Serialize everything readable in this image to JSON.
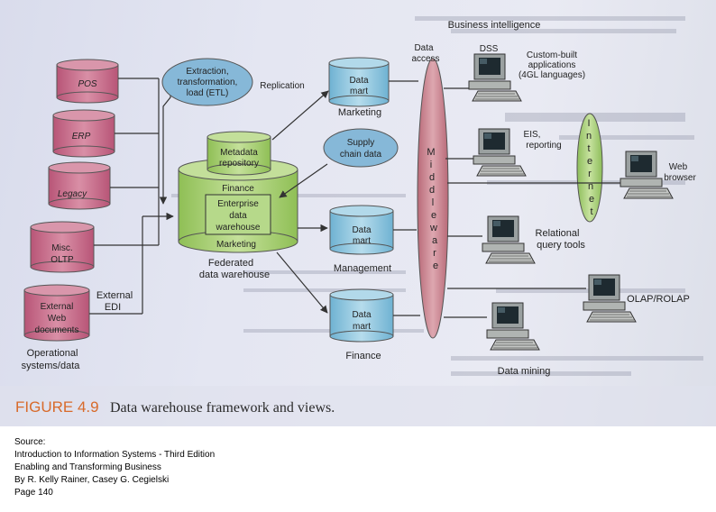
{
  "sources": {
    "items": [
      "POS",
      "ERP",
      "Legacy",
      "Misc.",
      "OLTP",
      "External",
      "Web",
      "documents"
    ],
    "caption_line1": "Operational",
    "caption_line2": "systems/data",
    "external_edi_1": "External",
    "external_edi_2": "EDI"
  },
  "etl": {
    "line1": "Extraction,",
    "line2": "transformation,",
    "line3": "load (ETL)"
  },
  "replication": "Replication",
  "metadata": {
    "line1": "Metadata",
    "line2": "repository"
  },
  "supply_chain": {
    "line1": "Supply",
    "line2": "chain data"
  },
  "warehouse": {
    "finance": "Finance",
    "enterprise1": "Enterprise",
    "enterprise2": "data",
    "enterprise3": "warehouse",
    "marketing": "Marketing",
    "caption1": "Federated",
    "caption2": "data warehouse"
  },
  "marts": [
    {
      "line1": "Data",
      "line2": "mart",
      "caption": "Marketing"
    },
    {
      "line1": "Data",
      "line2": "mart",
      "caption": "Management"
    },
    {
      "line1": "Data",
      "line2": "mart",
      "caption": "Finance"
    }
  ],
  "data_access": {
    "line1": "Data",
    "line2": "access"
  },
  "middleware": [
    "M",
    "i",
    "d",
    "d",
    "l",
    "e",
    "w",
    "a",
    "r",
    "e"
  ],
  "internet": [
    "I",
    "n",
    "t",
    "e",
    "r",
    "n",
    "e",
    "t"
  ],
  "business_intelligence": "Business intelligence",
  "bi_tools": {
    "dss": "DSS",
    "custom1": "Custom-built",
    "custom2": "applications",
    "custom3": "(4GL languages)",
    "eis1": "EIS,",
    "eis2": "reporting",
    "web1": "Web",
    "web2": "browser",
    "rel1": "Relational",
    "rel2": "query tools",
    "olap": "OLAP/ROLAP",
    "mining": "Data mining"
  },
  "figure": {
    "number": "FIGURE 4.9",
    "title": "Data warehouse framework and views."
  },
  "source": {
    "line1": "Source:",
    "line2": "Introduction to Information Systems - Third Edition",
    "line3": "Enabling and Transforming Business",
    "line4": "By R. Kelly Rainer, Casey G. Cegielski",
    "line5": "Page 140"
  },
  "colors": {
    "source_db": "#c46785",
    "data_mart": "#8ec6de",
    "etl_ellipse": "#86b8d8",
    "warehouse": "#a9cf72",
    "middleware": "#c8808c",
    "internet": "#a8cf74",
    "figure_accent": "#d86a2a"
  }
}
